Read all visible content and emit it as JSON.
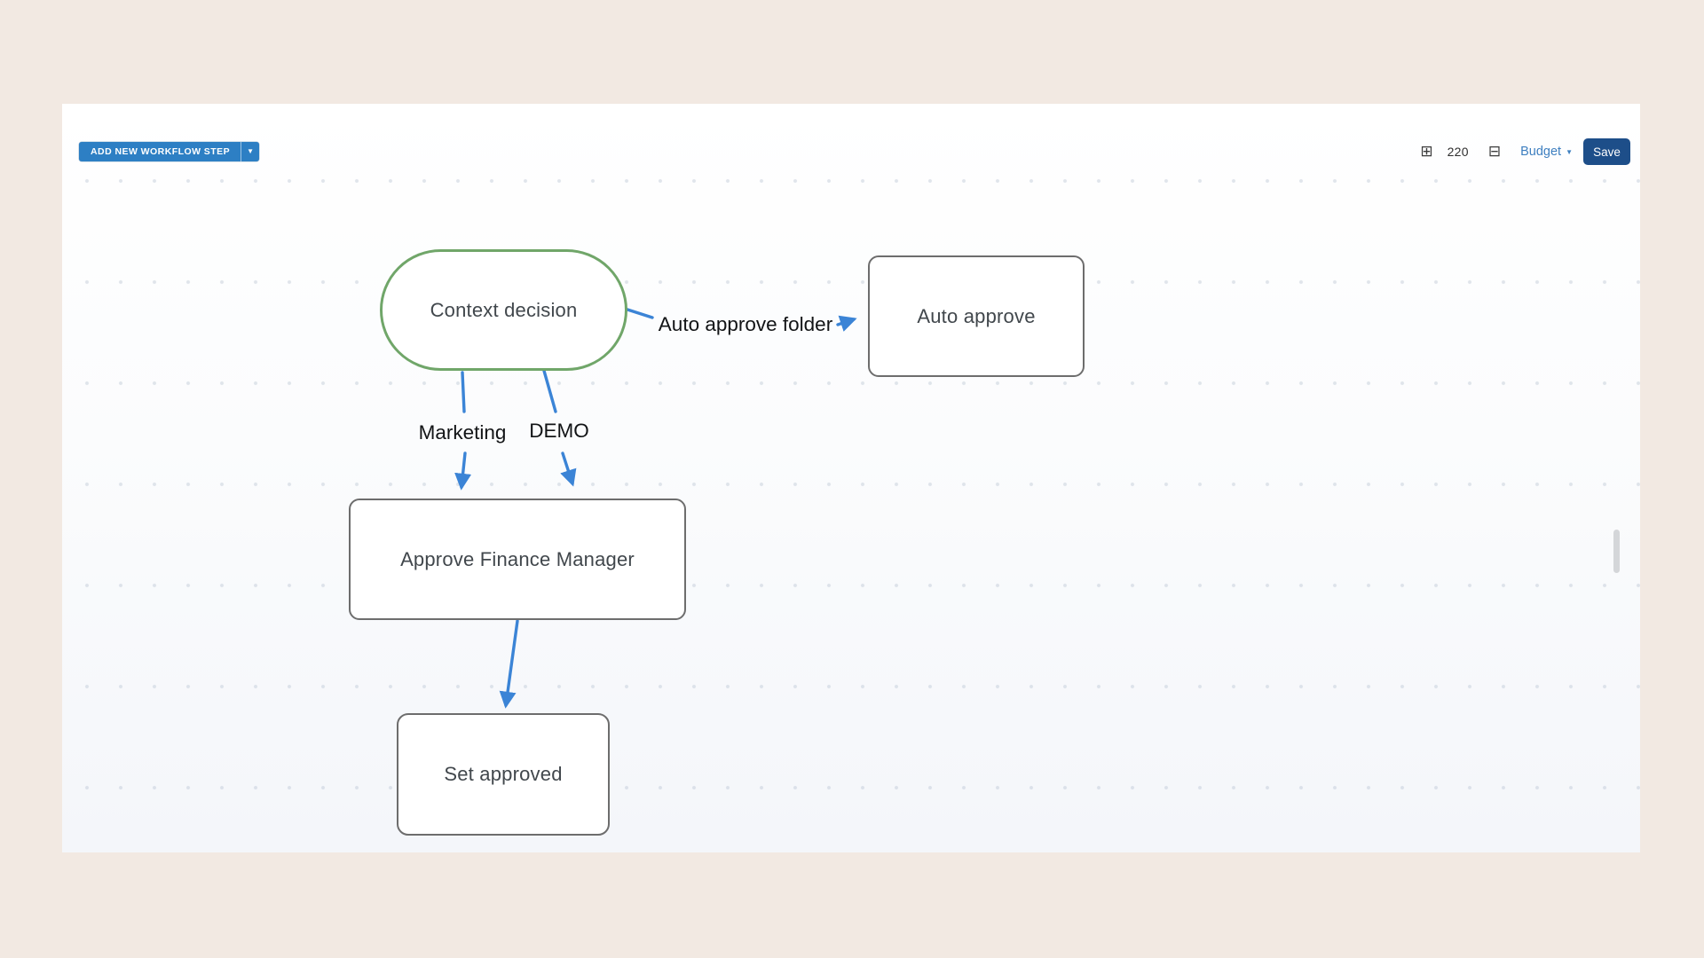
{
  "toolbar": {
    "add_step_label": "ADD NEW WORKFLOW STEP",
    "add_step_caret": "▼",
    "zoom_in_glyph": "⊞",
    "zoom_value": "220",
    "zoom_out_glyph": "⊟",
    "workflow_name": "Budget",
    "workflow_caret": "▼",
    "save_label": "Save"
  },
  "diagram": {
    "nodes": [
      {
        "id": "context-decision",
        "label": "Context decision",
        "shape": "stadium",
        "border_color": "#70a669"
      },
      {
        "id": "auto-approve",
        "label": "Auto approve",
        "shape": "rounded-rect",
        "border_color": "#6d6d6d"
      },
      {
        "id": "approve-finance-manager",
        "label": "Approve Finance Manager",
        "shape": "rounded-rect",
        "border_color": "#6d6d6d"
      },
      {
        "id": "set-approved",
        "label": "Set approved",
        "shape": "rounded-rect",
        "border_color": "#6d6d6d"
      }
    ],
    "edges": [
      {
        "from": "context-decision",
        "to": "auto-approve",
        "label": "Auto approve folder"
      },
      {
        "from": "context-decision",
        "to": "approve-finance-manager",
        "label": "Marketing"
      },
      {
        "from": "context-decision",
        "to": "approve-finance-manager",
        "label": "DEMO"
      },
      {
        "from": "approve-finance-manager",
        "to": "set-approved",
        "label": ""
      }
    ],
    "edge_color": "#3b84d6"
  },
  "colors": {
    "page_background": "#f2e9e2",
    "canvas_background": "#fdfdfe",
    "primary_button_blue": "#2d7fc4",
    "save_button_blue": "#1d4e89",
    "link_blue": "#3e7fc0",
    "node_border_gray": "#6d6d6d",
    "node_border_green": "#70a669",
    "edge_blue": "#3b84d6",
    "scrollbar_gray": "#d4d6d9"
  }
}
